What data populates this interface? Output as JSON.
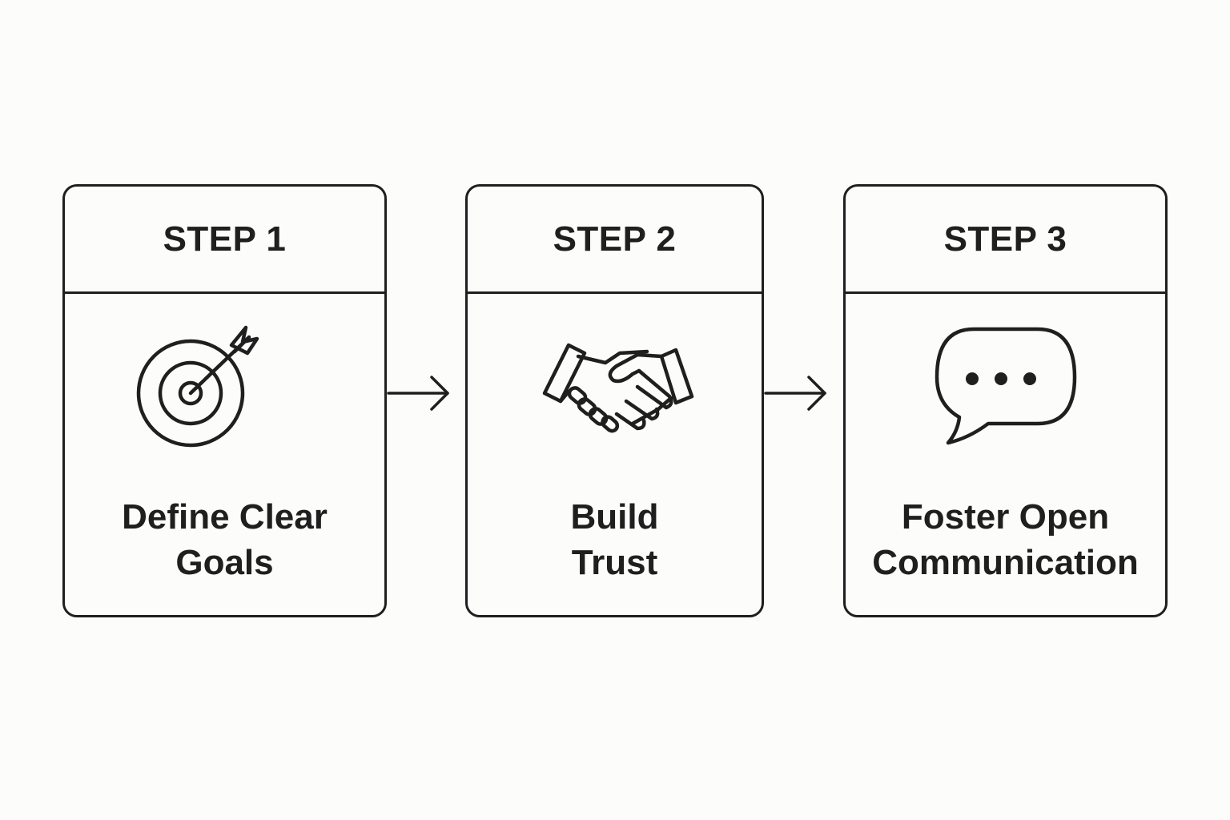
{
  "steps": [
    {
      "label": "STEP 1",
      "title_lines": [
        "Define Clear",
        "Goals"
      ],
      "icon": "target-icon"
    },
    {
      "label": "STEP 2",
      "title_lines": [
        "Build",
        "Trust"
      ],
      "icon": "handshake-icon"
    },
    {
      "label": "STEP 3",
      "title_lines": [
        "Foster Open",
        "Communication"
      ],
      "icon": "speech-bubble-icon"
    }
  ],
  "colors": {
    "background": "#fcfcfa",
    "stroke": "#1f1f1f",
    "text": "#1f1f1f"
  }
}
